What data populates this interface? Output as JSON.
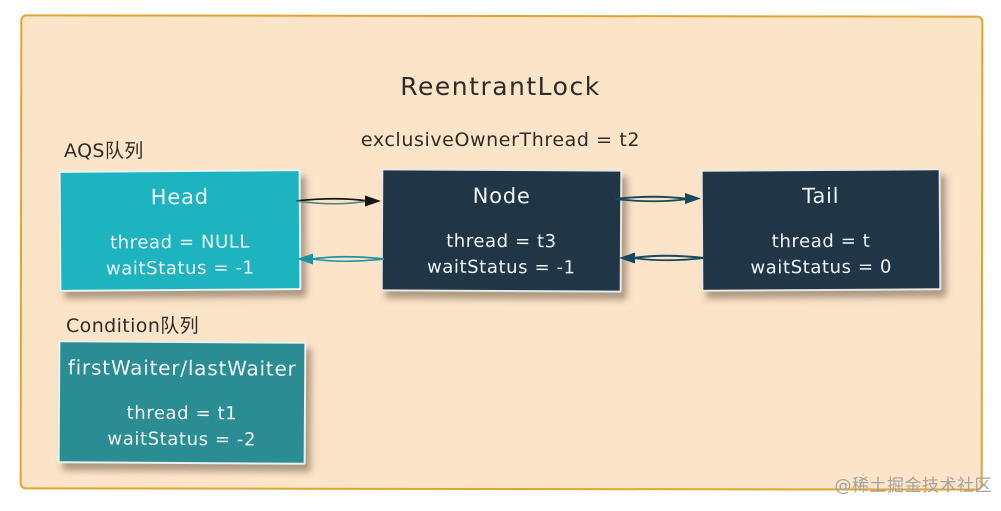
{
  "page": {
    "title": "ReentrantLock",
    "subtitle": "exclusiveOwnerThread = t2",
    "watermark": "@稀土掘金技术社区"
  },
  "aqs_queue": {
    "label": "AQS队列",
    "nodes": [
      {
        "name": "Head",
        "lines": [
          "thread = NULL",
          "waitStatus = -1"
        ]
      },
      {
        "name": "Node",
        "lines": [
          "thread = t3",
          "waitStatus = -1"
        ]
      },
      {
        "name": "Tail",
        "lines": [
          "thread = t",
          "waitStatus = 0"
        ]
      }
    ]
  },
  "condition_queue": {
    "label": "Condition队列",
    "node": {
      "name": "firstWaiter/lastWaiter",
      "lines": [
        "thread = t1",
        "waitStatus = -2"
      ]
    }
  },
  "edges": [
    {
      "name": "head-to-node",
      "direction": "right"
    },
    {
      "name": "node-to-head",
      "direction": "left"
    },
    {
      "name": "node-to-tail",
      "direction": "right"
    },
    {
      "name": "tail-to-node",
      "direction": "left"
    }
  ],
  "colors": {
    "canvas_bg": "#fce4c9",
    "canvas_border": "#e0a42f",
    "head_box": "#1db4bf",
    "condition_box": "#2b8d94",
    "node_box": "#203646",
    "box_text": "#f2f6f6",
    "label_text": "#2e2c26",
    "arrow_black": "#161616",
    "arrow_teal": "#1e93a4",
    "arrow_slate": "#17485e",
    "watermark_text": "#a3a3a3"
  }
}
